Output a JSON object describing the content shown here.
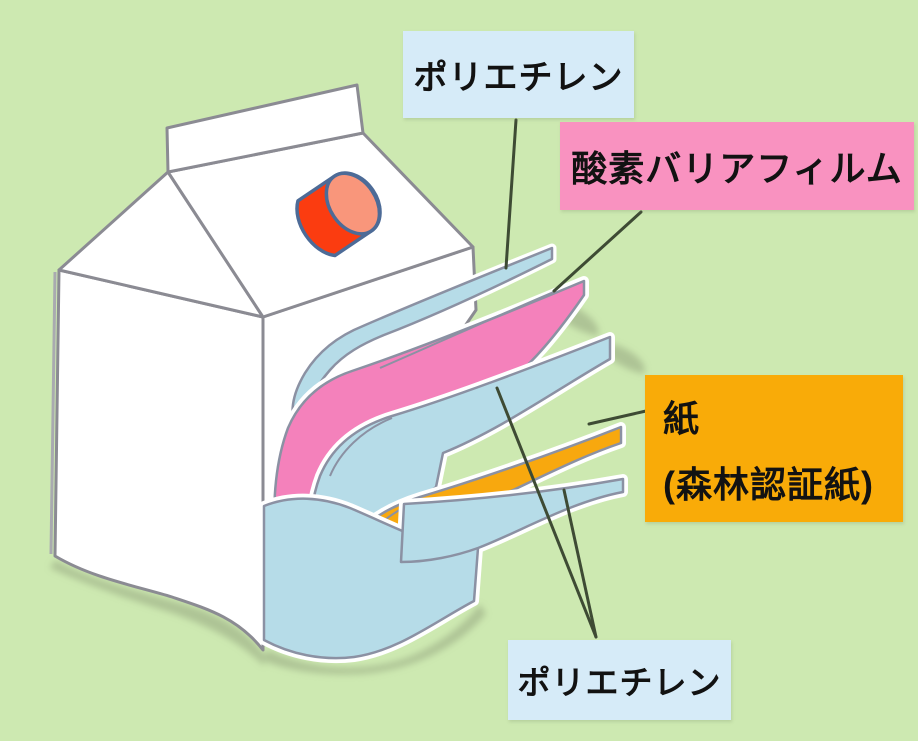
{
  "diagram": {
    "subject": "milk-carton-layer-structure",
    "labels": {
      "top_polyethylene": "ポリエチレン",
      "oxygen_barrier": "酸素バリアフィルム",
      "paper_line1": "紙",
      "paper_line2": "(森林認証紙)",
      "bottom_polyethylene": "ポリエチレン"
    },
    "layers": [
      {
        "name": "polyethylene-outer",
        "color": "#b6dce8"
      },
      {
        "name": "oxygen-barrier-film",
        "color": "#f481bb"
      },
      {
        "name": "polyethylene-middle",
        "color": "#b6dce8"
      },
      {
        "name": "paper-forest-certified",
        "color": "#f8a80e"
      },
      {
        "name": "polyethylene-inner",
        "color": "#b6dce8"
      }
    ],
    "colors": {
      "background": "#cde9b1",
      "carton_fill": "#ffffff",
      "carton_stroke": "#8b8b93",
      "flap_stroke": "#8b91a3",
      "cap_red": "#fb3c10",
      "cap_top": "#f9967b",
      "cap_stroke": "#4d6b97",
      "label_blue": "#d6ebf8",
      "label_pink": "#f992c0",
      "label_orange": "#f9ab08",
      "leader_line": "#3e4b34"
    }
  }
}
